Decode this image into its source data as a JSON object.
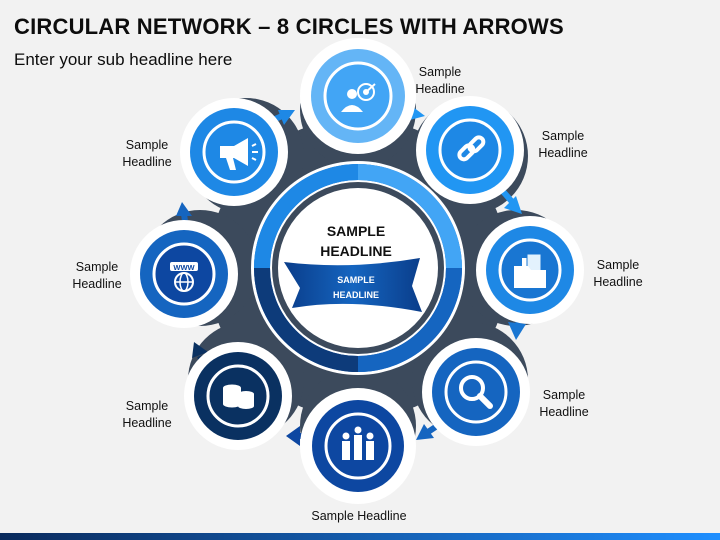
{
  "header": {
    "title": "CIRCULAR NETWORK – 8 CIRCLES WITH ARROWS",
    "subtitle": "Enter your sub headline here"
  },
  "center": {
    "headline_line1": "SAMPLE",
    "headline_line2": "HEADLINE",
    "ribbon_line1": "SAMPLE",
    "ribbon_line2": "HEADLINE"
  },
  "nodes": [
    {
      "id": "top",
      "icon": "user-target-icon",
      "label_line1": "Sample",
      "label_line2": "Headline"
    },
    {
      "id": "upper-right",
      "icon": "link-icon",
      "label_line1": "Sample",
      "label_line2": "Headline"
    },
    {
      "id": "right",
      "icon": "folder-documents-icon",
      "label_line1": "Sample",
      "label_line2": "Headline"
    },
    {
      "id": "lower-right",
      "icon": "magnifier-icon",
      "label_line1": "Sample",
      "label_line2": "Headline"
    },
    {
      "id": "bottom",
      "icon": "team-chart-icon",
      "label": "Sample Headline"
    },
    {
      "id": "lower-left",
      "icon": "coins-icon",
      "label_line1": "Sample",
      "label_line2": "Headline"
    },
    {
      "id": "left",
      "icon": "www-globe-icon",
      "label_line1": "Sample",
      "label_line2": "Headline"
    },
    {
      "id": "upper-left",
      "icon": "megaphone-icon",
      "label_line1": "Sample",
      "label_line2": "Headline"
    }
  ],
  "colors": {
    "hub": "#3c4a5c",
    "light_blue": "#3399ff",
    "mid_blue": "#1a73e8",
    "dark_blue": "#0b4f9c",
    "navy": "#0a3161"
  }
}
